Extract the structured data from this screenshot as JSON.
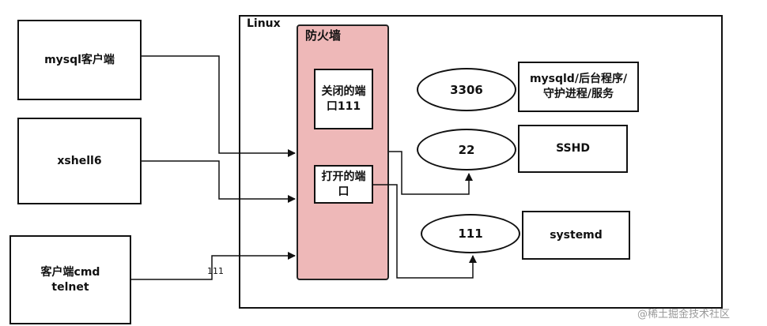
{
  "linux": {
    "label": "Linux"
  },
  "firewall": {
    "label": "防火墙"
  },
  "clients": [
    {
      "label": "mysql客户端"
    },
    {
      "label": "xshell6"
    },
    {
      "label": "客户端cmd\ntelnet"
    }
  ],
  "ports": {
    "closed": "关闭的端\n口111",
    "open": "打开的端\n口"
  },
  "services": [
    {
      "port": "3306",
      "name": "mysqld/后台程序/\n守护进程/服务"
    },
    {
      "port": "22",
      "name": "SSHD"
    },
    {
      "port": "111",
      "name": "systemd"
    }
  ],
  "edge_labels": {
    "telnet_port": "111"
  },
  "watermark": "@稀土掘金技术社区"
}
